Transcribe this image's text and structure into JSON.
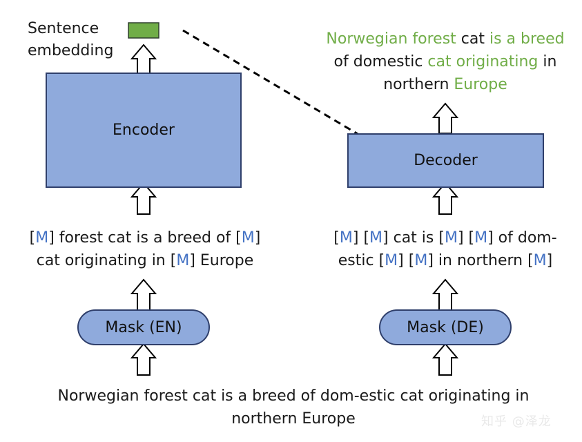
{
  "left": {
    "label_line1": "Sentence",
    "label_line2": "embedding",
    "encoder_label": "Encoder",
    "masked_line1": [
      "[",
      "M",
      "] forest cat is a breed of [",
      "M",
      "]"
    ],
    "masked_line2": [
      "cat originating in [",
      "M",
      "] Europe"
    ],
    "mask_label": "Mask (EN)"
  },
  "right": {
    "output_line1": [
      "Norwegian forest",
      " cat ",
      "is",
      " a breed"
    ],
    "output_line2": [
      "of domestic ",
      "cat originating",
      " in"
    ],
    "output_line3": [
      "northern ",
      "Europe"
    ],
    "decoder_label": "Decoder",
    "masked_line1": [
      "[",
      "M",
      "] [",
      "M",
      "] cat is [",
      "M",
      "] [",
      "M",
      "] of dom-"
    ],
    "masked_line2": [
      "estic [",
      "M",
      "] [",
      "M",
      "] in northern [",
      "M",
      "]"
    ],
    "mask_label": "Mask (DE)"
  },
  "input": {
    "line1": "Norwegian forest cat is a breed of dom-estic cat originating in",
    "line2": "northern Europe"
  },
  "watermark": "知乎 @泽龙",
  "colors": {
    "box_fill": "#8faadc",
    "box_border": "#2f3f6b",
    "mask_token": "#4472c4",
    "green_text": "#70ad47",
    "embedding_fill": "#70ad47"
  }
}
